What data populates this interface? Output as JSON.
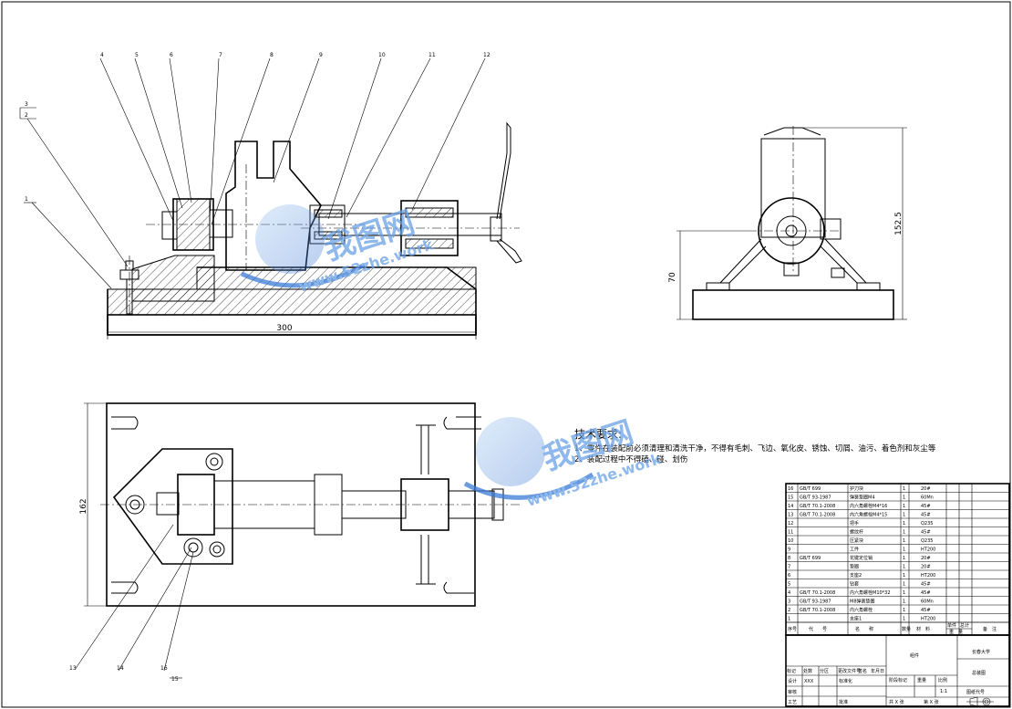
{
  "dimensions": {
    "length_300": "300",
    "width_162": "162",
    "height_70": "70",
    "height_152_5": "152.5"
  },
  "balloons": [
    "1",
    "2",
    "3",
    "4",
    "5",
    "6",
    "7",
    "8",
    "9",
    "10",
    "11",
    "12",
    "13",
    "14",
    "15",
    "16"
  ],
  "tech_requirements": {
    "title": "技术要求:",
    "item1": "1、零件在装配前必须清理和清洗干净，不得有毛刺、飞边、氧化皮、锈蚀、切屑、油污、着色剂和灰尘等",
    "item2": "2、装配过程中不得磕、碰、划伤"
  },
  "bom": [
    {
      "no": "16",
      "code": "GB/T 699",
      "name": "护刀块",
      "qty": "1",
      "material": "20#"
    },
    {
      "no": "15",
      "code": "GB/T 93-1987",
      "name": "弹簧垫圈M4",
      "qty": "1",
      "material": "60Mn"
    },
    {
      "no": "14",
      "code": "GB/T 70.1-2008",
      "name": "内六角螺栓M4*16",
      "qty": "1",
      "material": "45#"
    },
    {
      "no": "13",
      "code": "GB/T 70.1-2008",
      "name": "内六角螺栓M4*15",
      "qty": "1",
      "material": "45#"
    },
    {
      "no": "12",
      "code": "",
      "name": "把手",
      "qty": "1",
      "material": "Q235"
    },
    {
      "no": "11",
      "code": "",
      "name": "螺纹杆",
      "qty": "1",
      "material": "45#"
    },
    {
      "no": "10",
      "code": "",
      "name": "压紧块",
      "qty": "1",
      "material": "Q235"
    },
    {
      "no": "9",
      "code": "",
      "name": "工件",
      "qty": "1",
      "material": "HT200"
    },
    {
      "no": "8",
      "code": "GB/T 699",
      "name": "花键定位销",
      "qty": "1",
      "material": "20#"
    },
    {
      "no": "7",
      "code": "",
      "name": "垫圈",
      "qty": "1",
      "material": "20#"
    },
    {
      "no": "6",
      "code": "",
      "name": "支座2",
      "qty": "1",
      "material": "HT200"
    },
    {
      "no": "5",
      "code": "",
      "name": "钻套",
      "qty": "1",
      "material": "45#"
    },
    {
      "no": "4",
      "code": "GB/T 70.1-2008",
      "name": "内六角螺栓M10*32",
      "qty": "1",
      "material": "45#"
    },
    {
      "no": "3",
      "code": "GB/T 93-1987",
      "name": "M8弹簧垫圈",
      "qty": "1",
      "material": "60Mn"
    },
    {
      "no": "2",
      "code": "GB/T 70.1-2008",
      "name": "内六角螺栓",
      "qty": "1",
      "material": "45#"
    },
    {
      "no": "1",
      "code": "",
      "name": "支座1",
      "qty": "1",
      "material": "HT200"
    }
  ],
  "bom_header": {
    "no": "序号",
    "code": "代　　号",
    "name": "名　　称",
    "qty": "数量",
    "material": "材　料",
    "single": "单件",
    "total": "总计",
    "weight": "重　量",
    "remark": "备　注"
  },
  "title_block": {
    "drawing_name": "组件",
    "school": "长春大学",
    "sheet_title": "总装图",
    "mark_label": "标记",
    "count_label": "处数",
    "zone_label": "分区",
    "change_label": "更改文件号",
    "sign_label": "签名",
    "date_label": "年月日",
    "design_label": "设计",
    "designer": "XXX",
    "std_label": "标准化",
    "stage_label": "阶段标记",
    "weight_label": "重量",
    "scale_label": "比例",
    "scale": "1:1",
    "check_label": "审核",
    "process_label": "工艺",
    "approve_label": "批准",
    "sheets_total": "共 X 张",
    "sheet_no": "第 X 张",
    "code_label": "图纸代号"
  },
  "watermark": {
    "brand": "我图网",
    "url": "www.52zhe.work"
  }
}
